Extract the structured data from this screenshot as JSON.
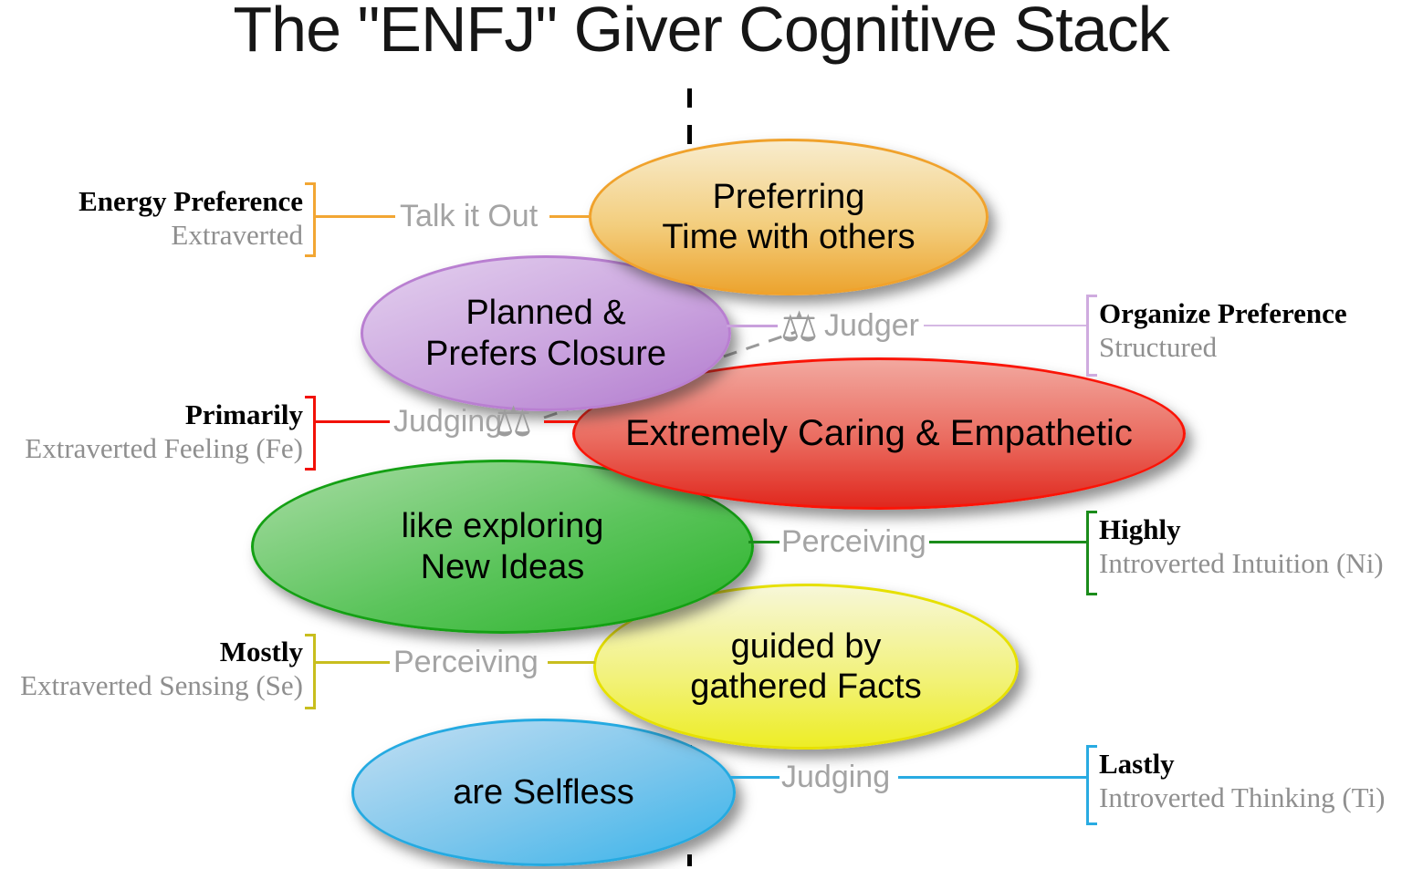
{
  "title": "The \"ENFJ\" Giver Cognitive Stack",
  "ellipses": {
    "orange": {
      "line1": "Preferring",
      "line2": "Time with others"
    },
    "purple": {
      "line1": "Planned &",
      "line2": "Prefers Closure"
    },
    "red": {
      "line1": "Extremely Caring & Empathetic"
    },
    "green": {
      "line1": "like exploring",
      "line2": "New Ideas"
    },
    "yellow": {
      "line1": "guided by",
      "line2": "gathered Facts"
    },
    "blue": {
      "line1": "are Selfless"
    }
  },
  "annotations": {
    "energy": {
      "heading": "Energy Preference",
      "value": "Extraverted",
      "connector": "Talk it Out"
    },
    "organize": {
      "heading": "Organize Preference",
      "value": "Structured",
      "connector": "Judger"
    },
    "primary": {
      "heading": "Primarily",
      "value": "Extraverted Feeling (Fe)",
      "connector": "Judging"
    },
    "secondary": {
      "heading": "Highly",
      "value": "Introverted Intuition (Ni)",
      "connector": "Perceiving"
    },
    "tertiary": {
      "heading": "Mostly",
      "value": "Extraverted Sensing (Se)",
      "connector": "Perceiving"
    },
    "inferior": {
      "heading": "Lastly",
      "value": "Introverted Thinking (Ti)",
      "connector": "Judging"
    }
  },
  "icons": {
    "scales": "⚖"
  },
  "colors": {
    "orange": "#F0A22C",
    "purple": "#C9A0DC",
    "red": "#F21107",
    "green": "#1B8C1B",
    "yellow": "#C8BE1E",
    "blue": "#29ABE2",
    "gray_text": "#A4A4A4",
    "dashed_line": "#000000"
  }
}
